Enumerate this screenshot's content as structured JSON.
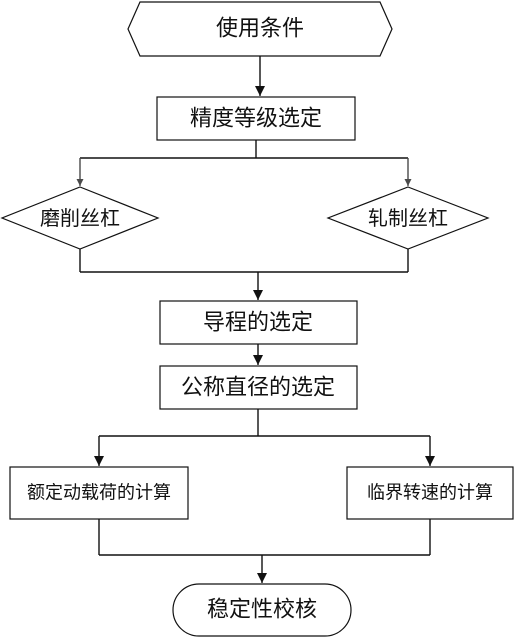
{
  "colors": {
    "stroke": "#111111",
    "arrow": "#4a4a4a",
    "background": "#ffffff"
  },
  "nodes": {
    "start": "使用条件",
    "precision": "精度等级选定",
    "ground": "磨削丝杠",
    "rolled": "轧制丝杠",
    "lead": "导程的选定",
    "diameter": "公称直径的选定",
    "load": "额定动载荷的计算",
    "speed": "临界转速的计算",
    "end": "稳定性校核"
  }
}
